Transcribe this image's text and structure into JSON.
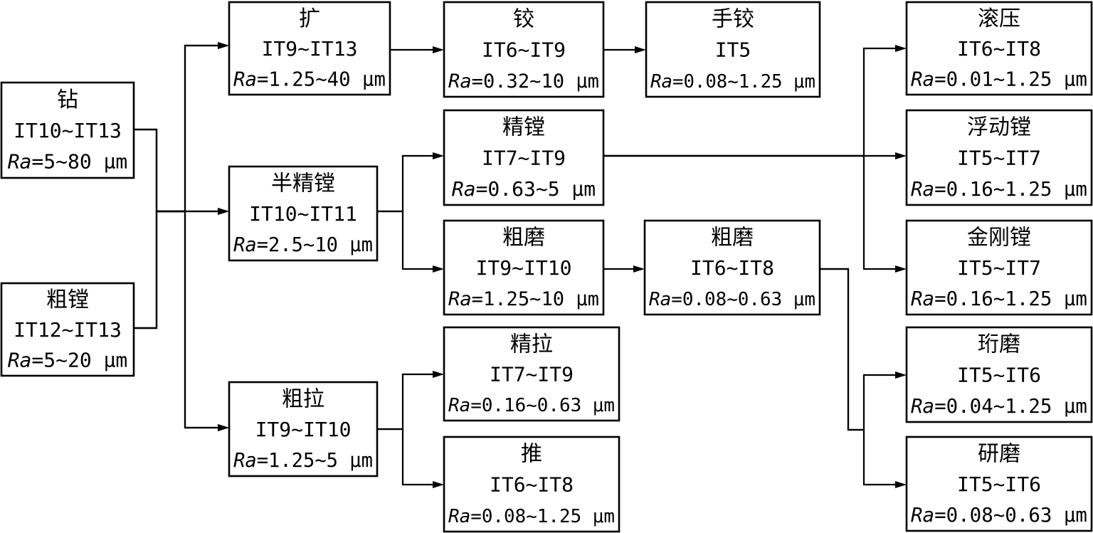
{
  "diagram": {
    "ra_symbol": "Ra",
    "nodes": [
      {
        "id": "drill",
        "name": "钻",
        "tolerance": "IT10~IT13",
        "roughness": "=5~80 μm"
      },
      {
        "id": "rough_bore",
        "name": "粗镗",
        "tolerance": "IT12~IT13",
        "roughness": "=5~20 μm"
      },
      {
        "id": "expand",
        "name": "扩",
        "tolerance": "IT9~IT13",
        "roughness": "=1.25~40 μm"
      },
      {
        "id": "semi_fine_bore",
        "name": "半精镗",
        "tolerance": "IT10~IT11",
        "roughness": "=2.5~10 μm"
      },
      {
        "id": "rough_broach",
        "name": "粗拉",
        "tolerance": "IT9~IT10",
        "roughness": "=1.25~5 μm"
      },
      {
        "id": "ream",
        "name": "铰",
        "tolerance": "IT6~IT9",
        "roughness": "=0.32~10 μm"
      },
      {
        "id": "fine_bore",
        "name": "精镗",
        "tolerance": "IT7~IT9",
        "roughness": "=0.63~5 μm"
      },
      {
        "id": "rough_grind_1",
        "name": "粗磨",
        "tolerance": "IT9~IT10",
        "roughness": "=1.25~10 μm"
      },
      {
        "id": "fine_broach",
        "name": "精拉",
        "tolerance": "IT7~IT9",
        "roughness": "=0.16~0.63 μm"
      },
      {
        "id": "push",
        "name": "推",
        "tolerance": "IT6~IT8",
        "roughness": "=0.08~1.25 μm"
      },
      {
        "id": "hand_ream",
        "name": "手铰",
        "tolerance": "IT5",
        "roughness": "=0.08~1.25 μm"
      },
      {
        "id": "rough_grind_2",
        "name": "粗磨",
        "tolerance": "IT6~IT8",
        "roughness": "=0.08~0.63 μm"
      },
      {
        "id": "roll",
        "name": "滚压",
        "tolerance": "IT6~IT8",
        "roughness": "=0.01~1.25 μm"
      },
      {
        "id": "float_bore",
        "name": "浮动镗",
        "tolerance": "IT5~IT7",
        "roughness": "=0.16~1.25 μm"
      },
      {
        "id": "diamond_bore",
        "name": "金刚镗",
        "tolerance": "IT5~IT7",
        "roughness": "=0.16~1.25 μm"
      },
      {
        "id": "hone",
        "name": "珩磨",
        "tolerance": "IT5~IT6",
        "roughness": "=0.04~1.25 μm"
      },
      {
        "id": "lap",
        "name": "研磨",
        "tolerance": "IT5~IT6",
        "roughness": "=0.08~0.63 μm"
      }
    ],
    "edges": [
      {
        "from": "drill",
        "to": "expand"
      },
      {
        "from": "drill",
        "to": "semi_fine_bore"
      },
      {
        "from": "drill",
        "to": "rough_broach"
      },
      {
        "from": "rough_bore",
        "to": "expand"
      },
      {
        "from": "rough_bore",
        "to": "semi_fine_bore"
      },
      {
        "from": "rough_bore",
        "to": "rough_broach"
      },
      {
        "from": "expand",
        "to": "ream"
      },
      {
        "from": "ream",
        "to": "hand_ream"
      },
      {
        "from": "semi_fine_bore",
        "to": "fine_bore"
      },
      {
        "from": "semi_fine_bore",
        "to": "rough_grind_1"
      },
      {
        "from": "fine_bore",
        "to": "roll"
      },
      {
        "from": "fine_bore",
        "to": "float_bore"
      },
      {
        "from": "fine_bore",
        "to": "diamond_bore"
      },
      {
        "from": "rough_grind_1",
        "to": "rough_grind_2"
      },
      {
        "from": "rough_grind_2",
        "to": "hone"
      },
      {
        "from": "rough_grind_2",
        "to": "lap"
      },
      {
        "from": "rough_broach",
        "to": "fine_broach"
      },
      {
        "from": "rough_broach",
        "to": "push"
      }
    ]
  }
}
